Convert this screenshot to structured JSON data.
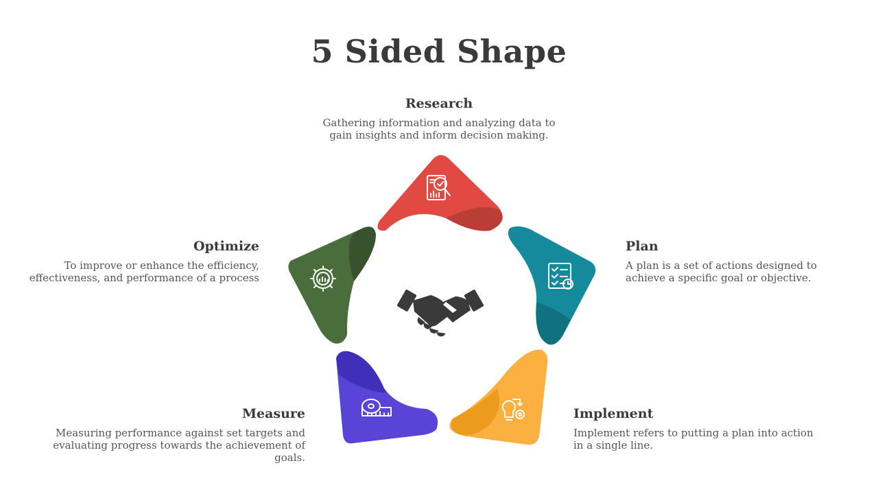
{
  "title": "5 Sided Shape",
  "colors": {
    "research": "#e04a42",
    "plan": "#148a9c",
    "implement": "#fbb040",
    "measure": "#5a44d8",
    "optimize": "#4a6e3b",
    "center": "#3a3a3a"
  },
  "center_icon": "handshake-icon",
  "steps": {
    "research": {
      "heading": "Research",
      "desc": "Gathering information and analyzing data to gain insights and inform decision making.",
      "icon": "research-report-icon"
    },
    "plan": {
      "heading": "Plan",
      "desc": "A plan is a set of actions designed to achieve a specific goal or objective.",
      "icon": "checklist-icon"
    },
    "implement": {
      "heading": "Implement",
      "desc": "Implement refers to putting a plan into action in a single line.",
      "icon": "idea-gears-icon"
    },
    "measure": {
      "heading": "Measure",
      "desc": "Measuring performance against set targets and evaluating progress towards the achievement of goals.",
      "icon": "measuring-tape-icon"
    },
    "optimize": {
      "heading": "Optimize",
      "desc": "To improve or enhance the efficiency, effectiveness, and performance of a process",
      "icon": "optimize-gear-icon"
    }
  }
}
